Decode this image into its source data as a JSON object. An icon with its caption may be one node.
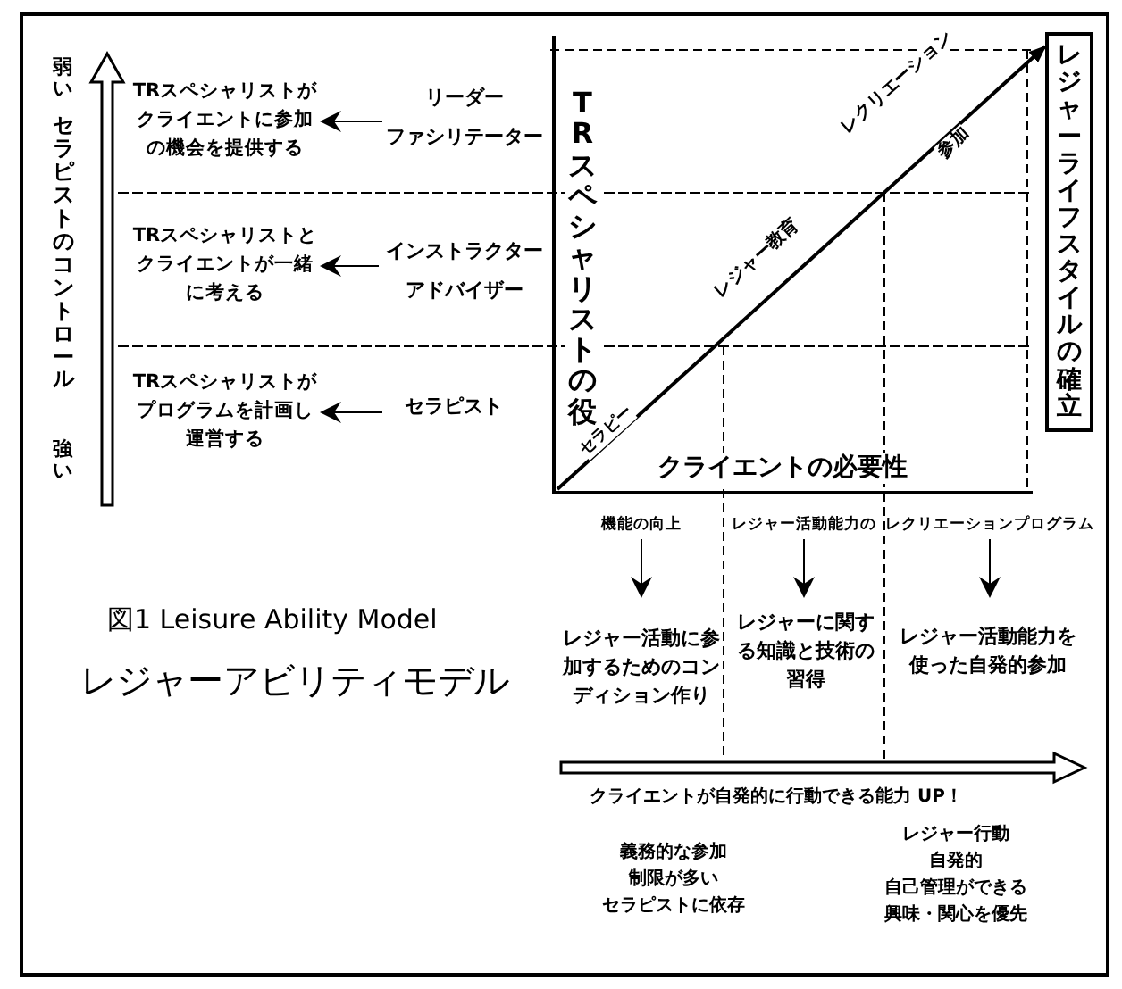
{
  "diagram": {
    "caption": "図1 Leisure Ability Model",
    "nodes": [
      {
        "text": [
          "TRスペシャリストがクライエントに参加の機会を提供する"
        ]
      },
      {
        "text": [
          "リーダー",
          "ファシリテーター"
        ]
      },
      {
        "text": [
          "TRスペシャリストとクライエントが一緒に考える"
        ]
      },
      {
        "text": [
          "インストラクター",
          "アドバイザー"
        ]
      },
      {
        "text": [
          "TRスペシャリストがプログラムを計画し運営する"
        ]
      },
      {
        "text": [
          "セラピスト"
        ]
      },
      {
        "text": [
          "機能の向上"
        ]
      },
      {
        "text": [
          "レジャー活動に参加するためのコンディション作り"
        ]
      },
      {
        "text": [
          "レジャー活動能力の"
        ]
      },
      {
        "text": [
          "レジャーに関する知識と技術の習得"
        ]
      },
      {
        "text": [
          "レクリエーションプログラム"
        ]
      },
      {
        "text": [
          "レジャー活動能力を使った自発的参加"
        ]
      },
      {
        "text": [
          "レジャーライフスタイルの確立"
        ]
      }
    ],
    "edges": [
      {
        "from": 1,
        "to": 0,
        "arrow": "to"
      },
      {
        "from": 3,
        "to": 2,
        "arrow": "to"
      },
      {
        "from": 5,
        "to": 4,
        "arrow": "to"
      },
      {
        "from": 6,
        "to": 7,
        "arrow": "to"
      },
      {
        "from": 8,
        "to": 9,
        "arrow": "to"
      },
      {
        "from": 10,
        "to": 11,
        "arrow": "to"
      },
      {
        "from": null,
        "to": 12,
        "arrow": "to"
      }
    ],
    "labels": [
      "弱い",
      "セラピストのコントロール",
      "強い",
      "TRスペシャリストの役",
      "レクリエーション",
      "参加",
      "レジャー教育",
      "セラピー",
      "クライエントの必要性",
      "レジャーアビリティモデル",
      "クライエントが自発的に行動できる能力 UP！",
      "義務的な参加",
      "制限が多い",
      "セラピストに依存",
      "レジャー行動",
      "自発的",
      "自己管理ができる",
      "興味・関心を優先"
    ]
  }
}
